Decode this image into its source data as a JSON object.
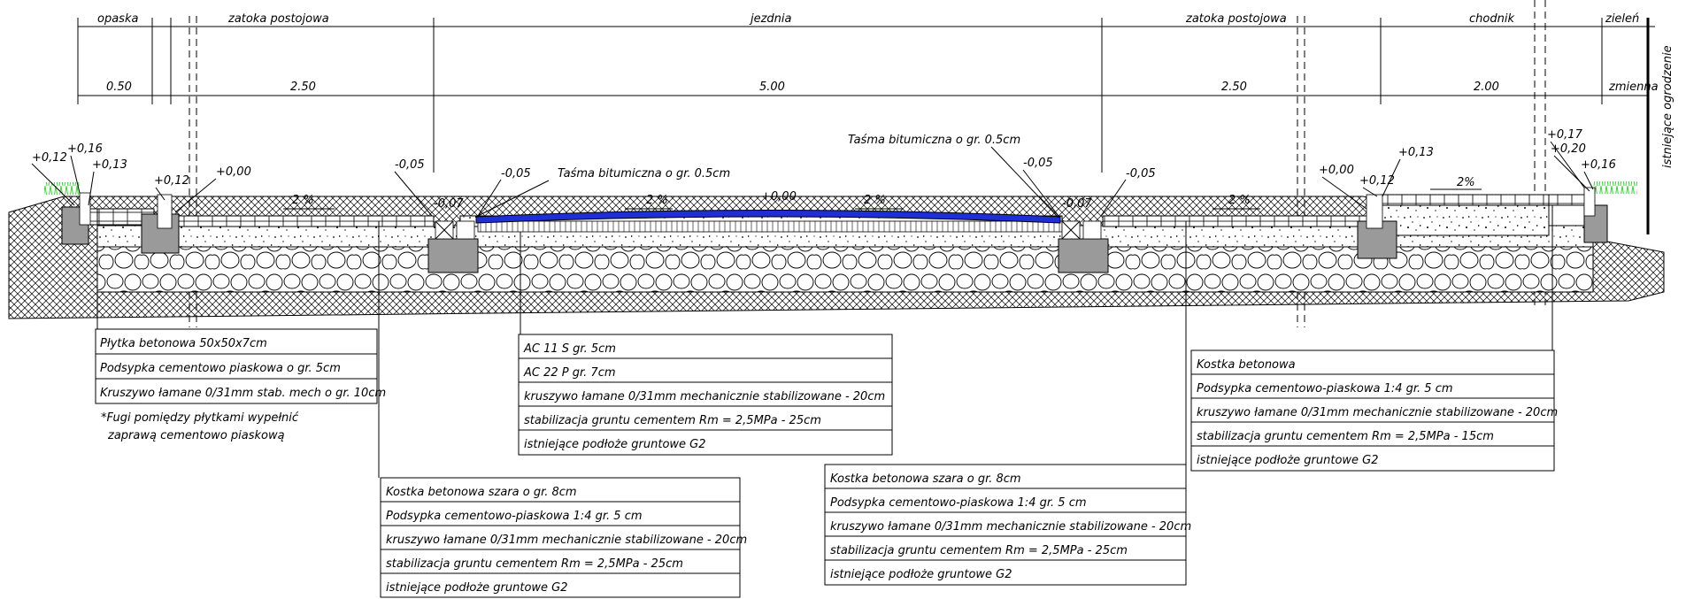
{
  "colors": {
    "line": "#000000",
    "asphalt": "#1e2fd6",
    "grass": "#3bd43b",
    "gravel_fill": "#ffffff",
    "curb": "#9a9a9a"
  },
  "sections": {
    "opaska": "opaska",
    "zatoka_left": "zatoka postojowa",
    "jezdnia": "jezdnia",
    "zatoka_right": "zatoka postojowa",
    "chodnik": "chodnik",
    "zielen": "zieleń",
    "ogrodzenie": "istniejące ogrodzenie"
  },
  "dimensions": {
    "d1": "0.50",
    "d2": "2.50",
    "d3": "5.00",
    "d4": "2.50",
    "d5": "2.00",
    "d6": "zmienna"
  },
  "elevations": {
    "e1": "+0,12",
    "e2": "+0,16",
    "e3": "+0,13",
    "e4": "+0,12",
    "e5": "+0,00",
    "e6": "-0,05",
    "e7": "-0,07",
    "e8": "-0,05",
    "e9": "+0,00",
    "e10": "-0,05",
    "e11": "-0,07",
    "e12": "-0,05",
    "e13": "+0,00",
    "e14": "+0,12",
    "e15": "+0,13",
    "e16": "+0,17",
    "e17": "+0,20",
    "e18": "+0,16"
  },
  "slopes": {
    "s1": "2 %",
    "s2": "2 %",
    "s3": "2 %",
    "s4": "2 %",
    "s5": "2%"
  },
  "notes": {
    "tasma_left": "Taśma bitumiczna o gr. 0.5cm",
    "tasma_right": "Taśma bitumiczna o gr. 0.5cm",
    "fugi_1": "*Fugi pomiędzy płytkami wypełnić",
    "fugi_2": "zaprawą cementowo piaskową"
  },
  "legend_opaska": [
    "Płytka betonowa 50x50x7cm",
    "Podsypka cementowo piaskowa o gr. 5cm",
    "Kruszywo łamane 0/31mm stab. mech o gr. 10cm"
  ],
  "legend_jezdnia": [
    "AC 11 S gr. 5cm",
    "AC 22 P gr. 7cm",
    "kruszywo łamane 0/31mm mechanicznie stabilizowane     - 20cm",
    "stabilizacja gruntu cementem Rm = 2,5MPa                    - 25cm",
    "istniejące podłoże gruntowe G2"
  ],
  "legend_zatoka_left": [
    "Kostka betonowa szara o gr.    8cm",
    "Podsypka cementowo-piaskowa 1:4 gr. 5 cm",
    "kruszywo łamane 0/31mm mechanicznie stabilizowane     - 20cm",
    "stabilizacja gruntu cementem Rm = 2,5MPa                 - 25cm",
    "istniejące podłoże gruntowe G2"
  ],
  "legend_zatoka_right": [
    "Kostka betonowa szara o gr.    8cm",
    "Podsypka cementowo-piaskowa 1:4 gr. 5 cm",
    "kruszywo łamane 0/31mm mechanicznie stabilizowane     - 20cm",
    "stabilizacja gruntu cementem Rm = 2,5MPa                 - 25cm",
    "istniejące podłoże gruntowe G2"
  ],
  "legend_chodnik": [
    "Kostka betonowa",
    "Podsypka cementowo-piaskowa 1:4 gr. 5 cm",
    "kruszywo łamane 0/31mm mechanicznie stabilizowane     - 20cm",
    "stabilizacja gruntu cementem Rm = 2,5MPa                 - 15cm",
    "istniejące podłoże gruntowe G2"
  ]
}
